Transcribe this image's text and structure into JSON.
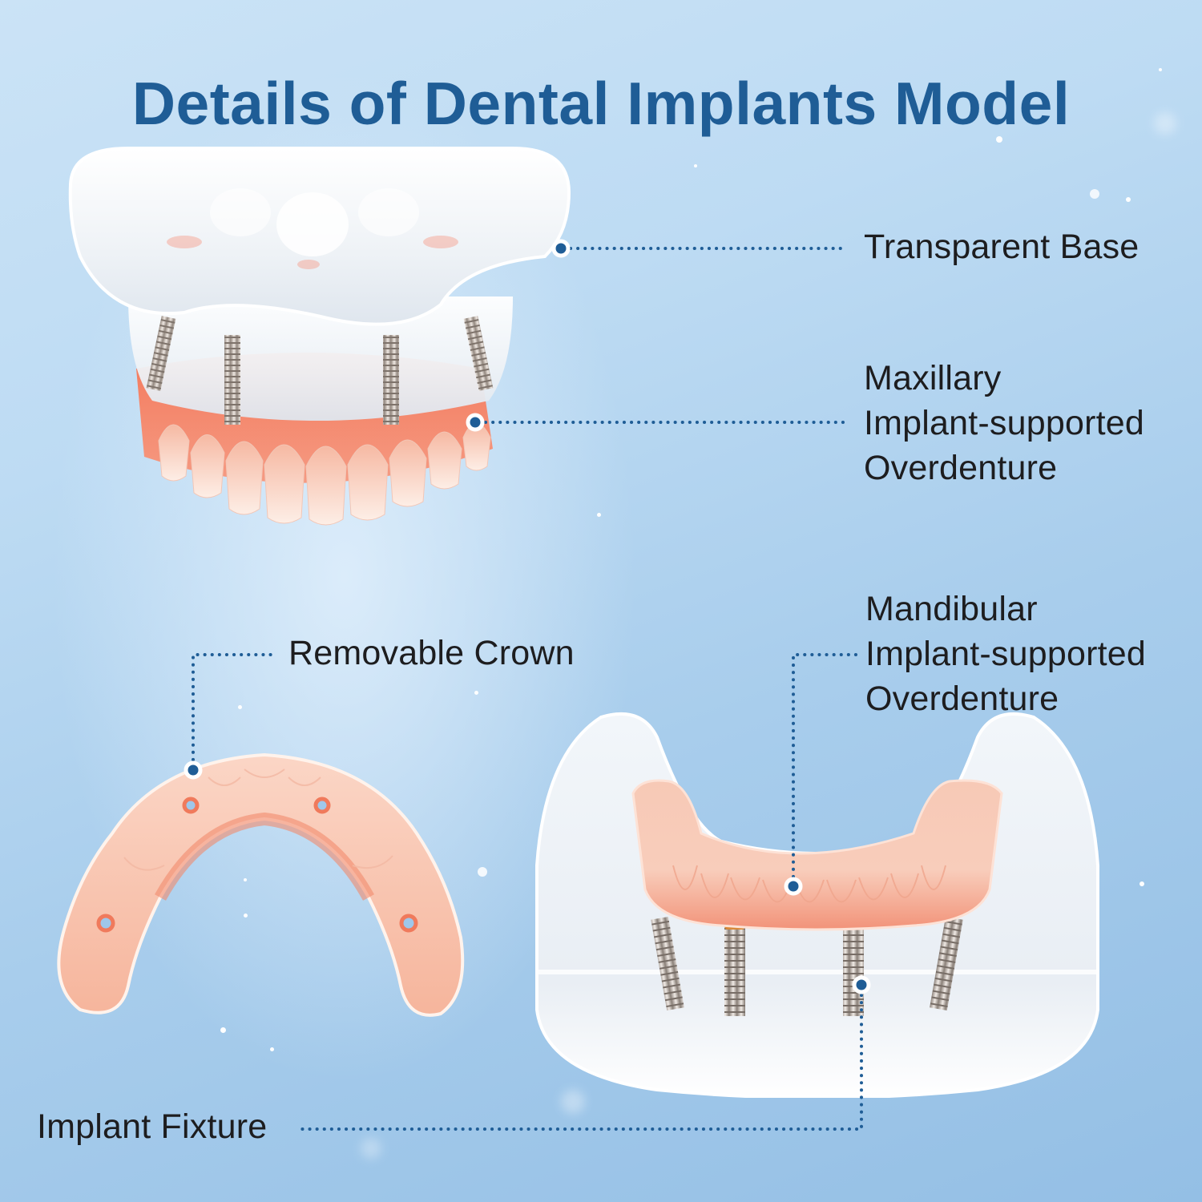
{
  "title": "Details of Dental Implants Model",
  "colors": {
    "title": "#1f5d96",
    "callout": "#1f5d96",
    "label_text": "#1d1d1f",
    "background_light": "#cbe3f6",
    "background_dark": "#94bfe5",
    "gum": "#f28a70",
    "tooth": "#fbe3d8",
    "acrylic": "#f4f7fa"
  },
  "labels": {
    "transparent_base": "Transparent Base",
    "maxillary": {
      "line1": "Maxillary",
      "line2": "Implant-supported",
      "line3": "Overdenture"
    },
    "removable_crown": "Removable Crown",
    "mandibular": {
      "line1": "Mandibular",
      "line2": "Implant-supported",
      "line3": "Overdenture"
    },
    "implant_fixture": "Implant Fixture"
  },
  "images": [
    {
      "name": "maxillary-model-image",
      "description": "Upper transparent base with 4 implants and pink overdenture"
    },
    {
      "name": "removable-crown-image",
      "description": "U-shaped pink removable crown with 4 screw holes"
    },
    {
      "name": "mandibular-model-image",
      "description": "Lower transparent base with 4 implants and pink overdenture"
    }
  ]
}
